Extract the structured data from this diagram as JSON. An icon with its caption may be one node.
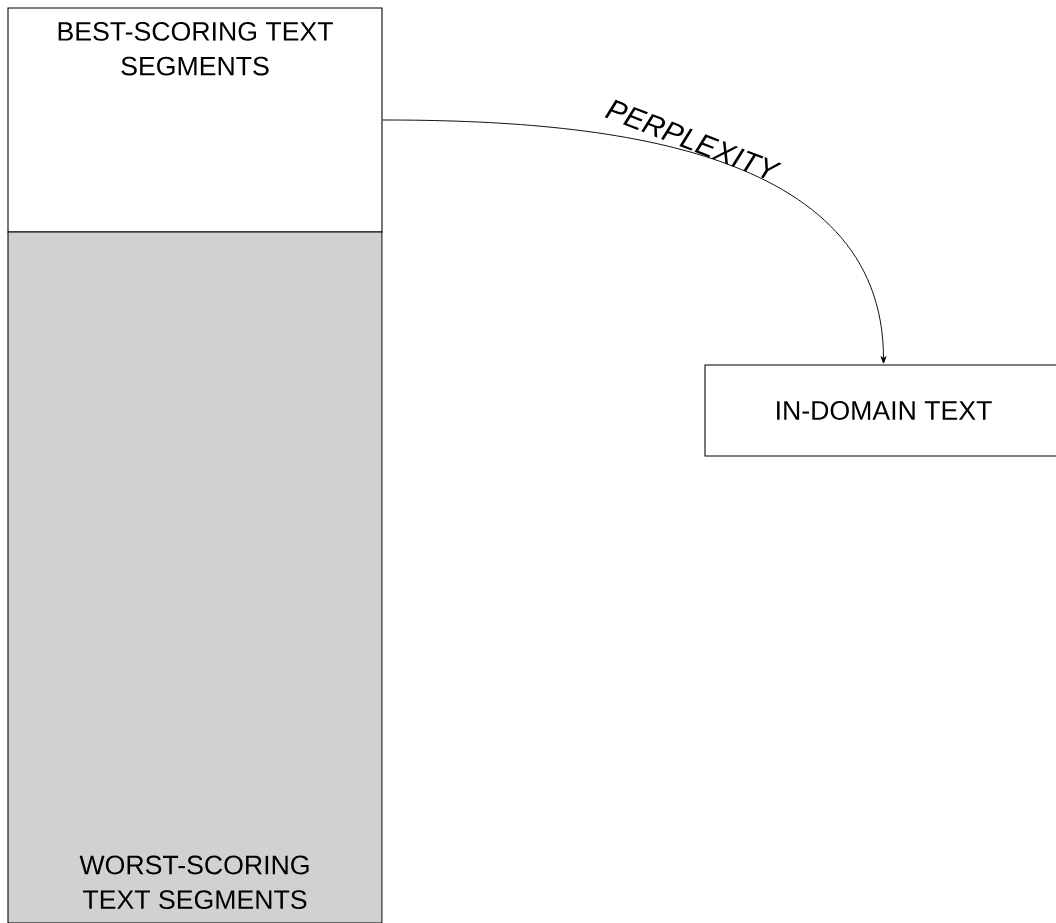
{
  "diagram": {
    "nodes": [
      {
        "text": [
          "BEST-SCORING TEXT SEGMENTS"
        ]
      },
      {
        "text": [
          "WORST-SCORING TEXT SEGMENTS"
        ]
      },
      {
        "text": [
          "IN-DOMAIN TEXT"
        ]
      }
    ],
    "edges": [
      {
        "from": 0,
        "to": 2,
        "arrow": "to",
        "label": "PERPLEXITY"
      }
    ]
  }
}
